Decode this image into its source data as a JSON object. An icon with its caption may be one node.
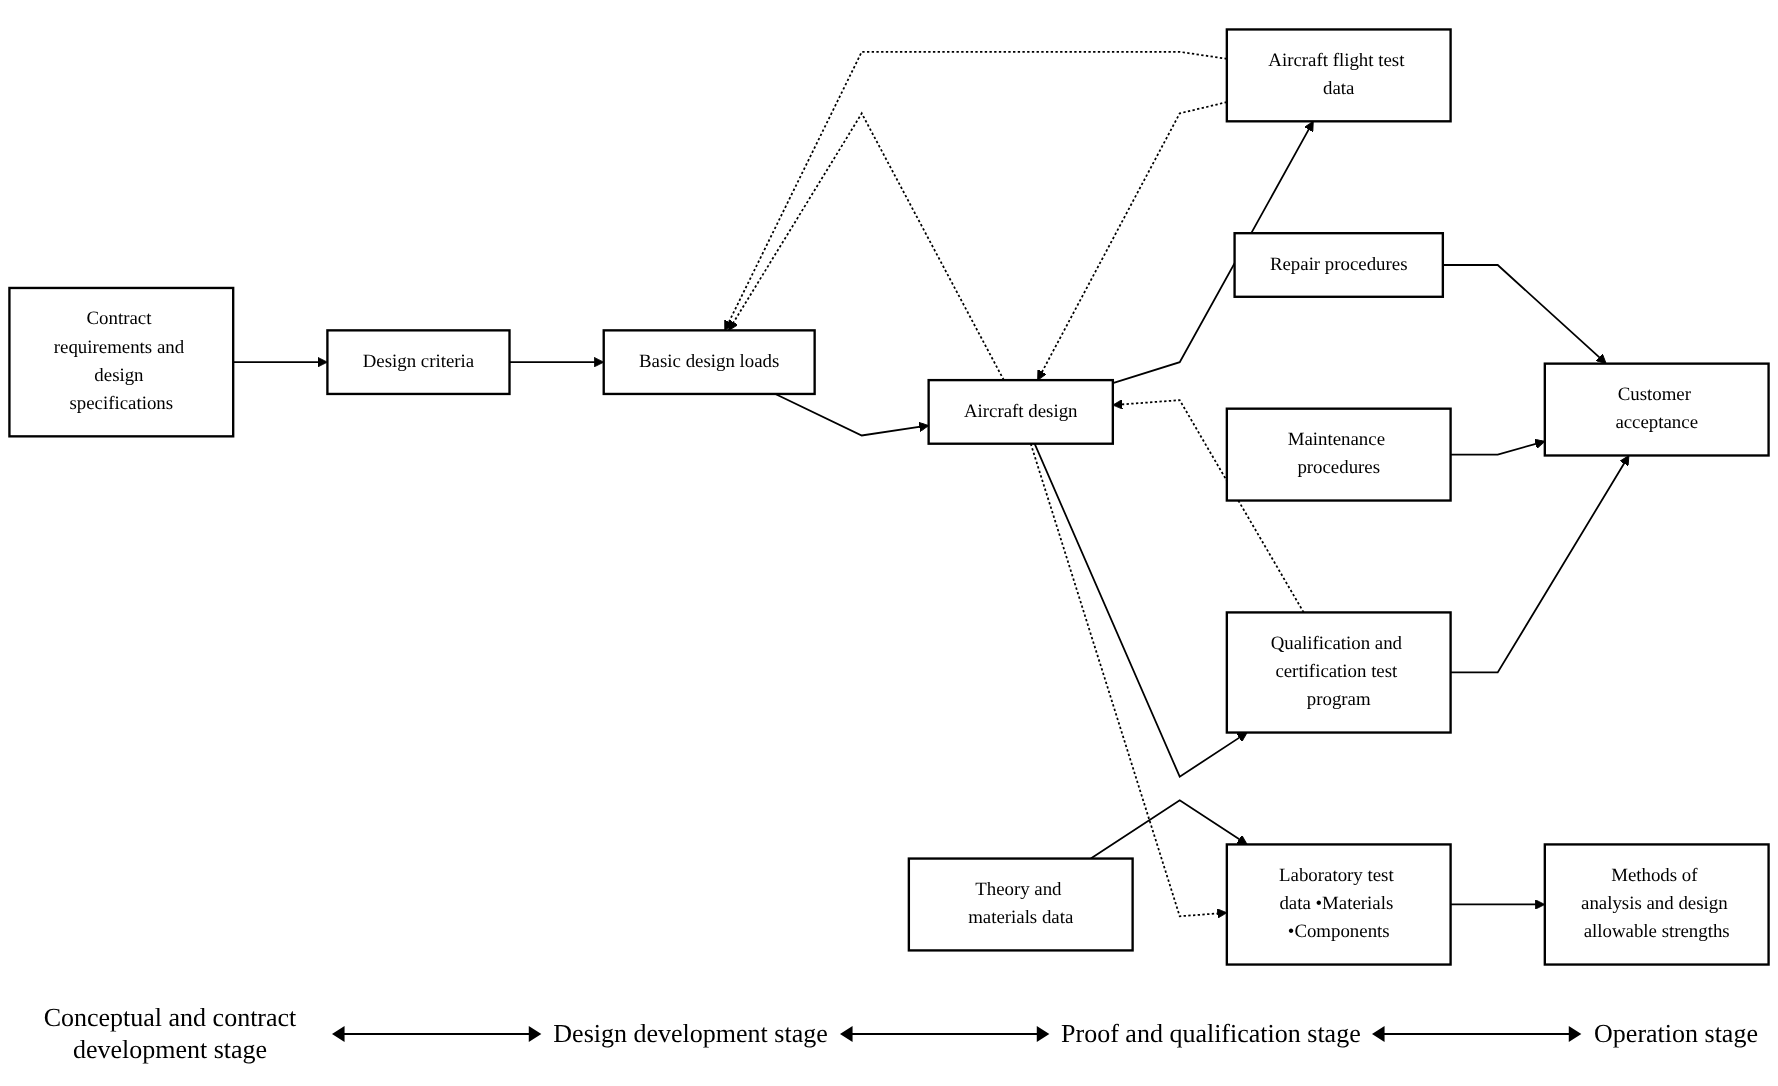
{
  "diagram": {
    "nodes": [
      {
        "text": [
          "Contract requirements and design specifications"
        ]
      },
      {
        "text": [
          "Design criteria"
        ]
      },
      {
        "text": [
          "Basic design loads"
        ]
      },
      {
        "text": [
          "Aircraft flight test data"
        ]
      },
      {
        "text": [
          "Aircraft design"
        ]
      },
      {
        "text": [
          "Qualification and certification test program"
        ]
      },
      {
        "text": [
          "Maintenance procedures"
        ]
      },
      {
        "text": [
          "Customer acceptance"
        ]
      },
      {
        "text": [
          "Theory and materials data"
        ]
      },
      {
        "text": [
          "Laboratory test data •Materials •Components"
        ]
      },
      {
        "text": [
          "Methods of analysis and design allowable strengths"
        ]
      },
      {
        "text": [
          "Repair procedures"
        ]
      }
    ],
    "edges": [
      {
        "from": 0,
        "to": 1,
        "arrow": "to"
      },
      {
        "from": 1,
        "to": 2,
        "arrow": "to"
      },
      {
        "from": 2,
        "to": 4,
        "arrow": "to"
      },
      {
        "from": 4,
        "to": 2,
        "arrow": "to",
        "style": "dashed"
      },
      {
        "from": 4,
        "to": 3,
        "arrow": "to"
      },
      {
        "from": 3,
        "to": 4,
        "arrow": "to",
        "style": "dashed"
      },
      {
        "from": 3,
        "to": 2,
        "arrow": "to",
        "style": "dashed"
      },
      {
        "from": 4,
        "to": 9,
        "arrow": "to",
        "style": "dashed"
      },
      {
        "from": 4,
        "to": 5,
        "arrow": "to"
      },
      {
        "from": 5,
        "to": 4,
        "arrow": "to",
        "style": "dashed"
      },
      {
        "from": 5,
        "to": 7,
        "arrow": "to"
      },
      {
        "from": 6,
        "to": 7,
        "arrow": "to"
      },
      {
        "from": 11,
        "to": 7,
        "arrow": "to"
      },
      {
        "from": 8,
        "to": 9,
        "arrow": "to"
      },
      {
        "from": 9,
        "to": 10,
        "arrow": "to"
      }
    ],
    "labels": [
      "Conceptual and contract development stage",
      "Design development stage",
      "Proof and qualification stage",
      "Operation stage"
    ]
  }
}
